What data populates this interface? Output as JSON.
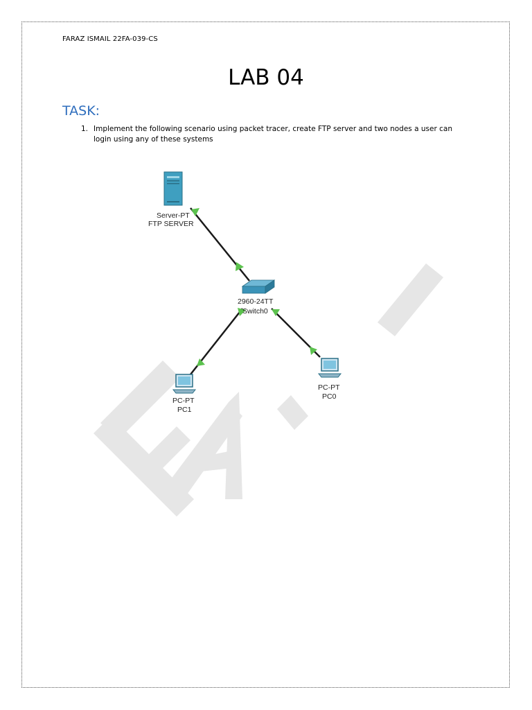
{
  "document": {
    "header": "FARAZ ISMAIL 22FA-039-CS",
    "title": "LAB 04",
    "task_heading": "TASK:",
    "task_items": [
      {
        "number": "1.",
        "text": "Implement the following scenario using packet tracer, create FTP server and two nodes a user can login using any of these systems"
      }
    ]
  },
  "diagram": {
    "nodes": {
      "server": {
        "type_label": "Server-PT",
        "name_label": "FTP SERVER"
      },
      "switch": {
        "type_label": "2960-24TT",
        "name_label": "Switch0"
      },
      "pc1": {
        "type_label": "PC-PT",
        "name_label": "PC1"
      },
      "pc0": {
        "type_label": "PC-PT",
        "name_label": "PC0"
      }
    },
    "link_color": "#1a1a1a",
    "link_indicator_color": "#5cc24e"
  },
  "colors": {
    "heading_blue": "#2f6ebd",
    "watermark": "#e6e6e6"
  }
}
